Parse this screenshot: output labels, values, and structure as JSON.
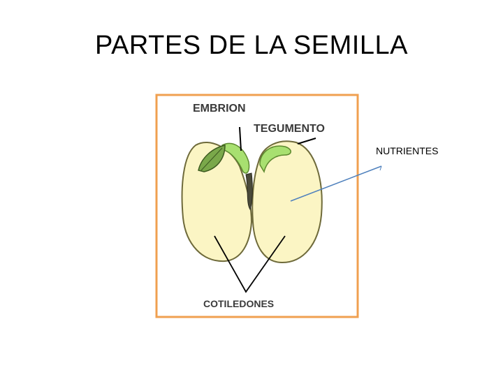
{
  "slide": {
    "title": "PARTES DE LA SEMILLA"
  },
  "figure": {
    "label_embryo": "EMBRION",
    "label_seed_coat": "TEGUMENTO",
    "label_cotyledons": "COTILEDONES",
    "colors": {
      "frame": "#f0a050",
      "cotyledon_fill": "#fbf5c4",
      "cotyledon_stroke": "#6e6a3a",
      "embryo_green": "#a8e070",
      "leaf_green": "#7aa84a"
    }
  },
  "annotation": {
    "text": "NUTRIENTES",
    "line_color": "#4f81bd"
  }
}
